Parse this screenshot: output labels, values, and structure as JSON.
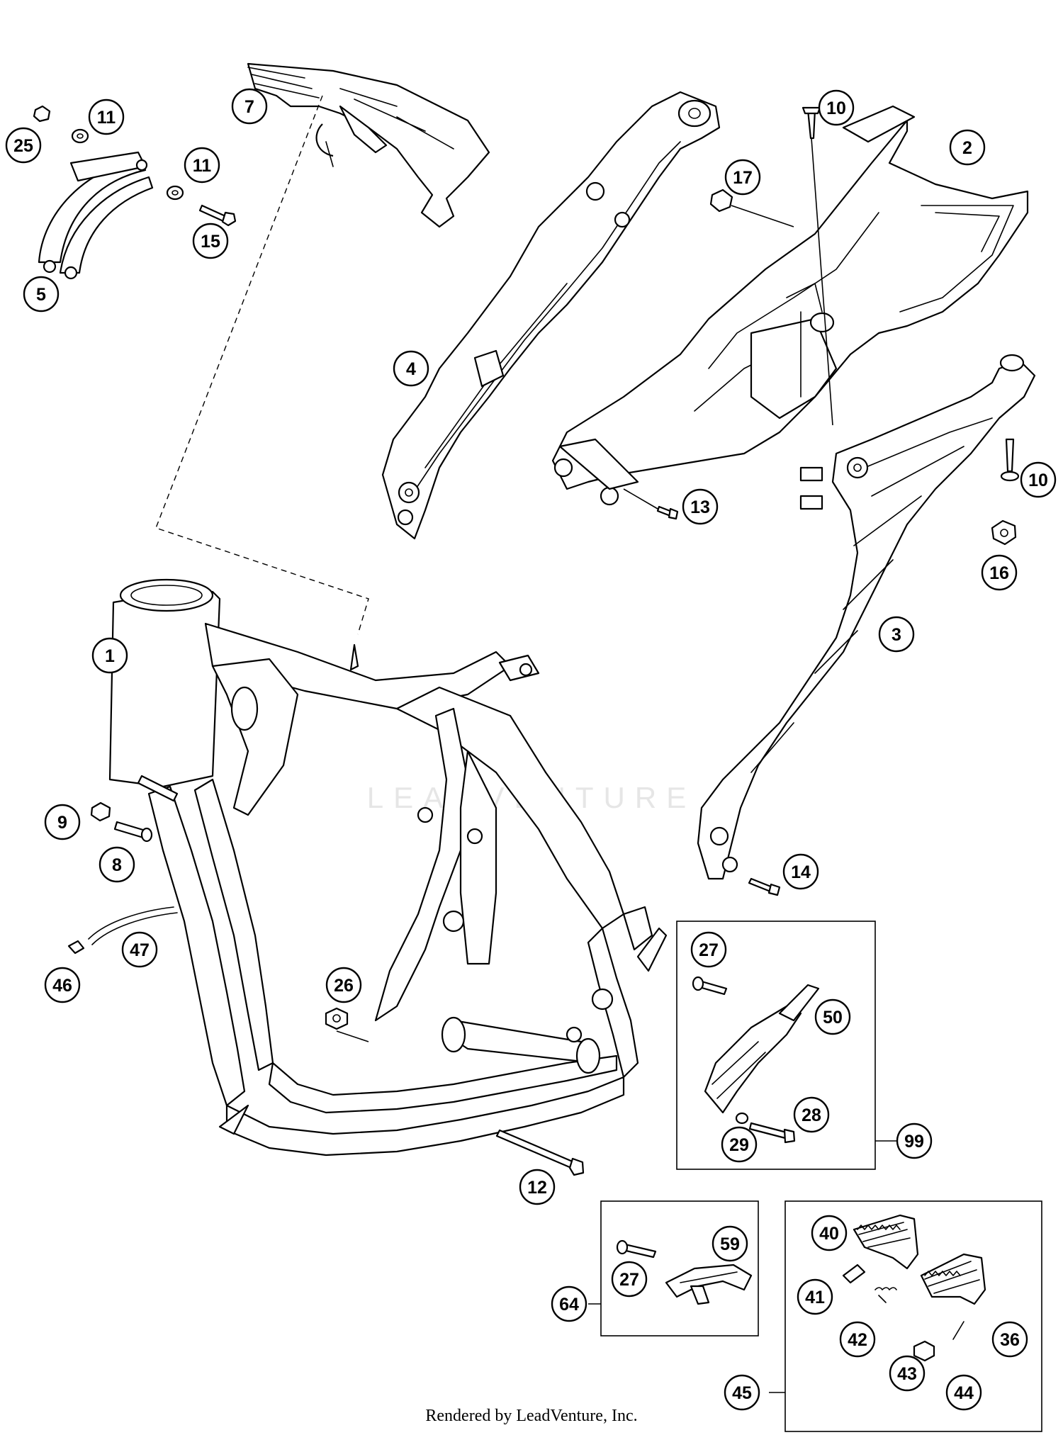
{
  "diagram": {
    "watermark": "LEADVENTURE",
    "footer": "Rendered by LeadVenture, Inc."
  },
  "callouts": [
    {
      "id": "c1",
      "label": "1"
    },
    {
      "id": "c2",
      "label": "2"
    },
    {
      "id": "c3",
      "label": "3"
    },
    {
      "id": "c4",
      "label": "4"
    },
    {
      "id": "c5",
      "label": "5"
    },
    {
      "id": "c7",
      "label": "7"
    },
    {
      "id": "c8",
      "label": "8"
    },
    {
      "id": "c9",
      "label": "9"
    },
    {
      "id": "c10a",
      "label": "10"
    },
    {
      "id": "c10b",
      "label": "10"
    },
    {
      "id": "c11a",
      "label": "11"
    },
    {
      "id": "c11b",
      "label": "11"
    },
    {
      "id": "c12",
      "label": "12"
    },
    {
      "id": "c13",
      "label": "13"
    },
    {
      "id": "c14",
      "label": "14"
    },
    {
      "id": "c15",
      "label": "15"
    },
    {
      "id": "c16",
      "label": "16"
    },
    {
      "id": "c17",
      "label": "17"
    },
    {
      "id": "c25",
      "label": "25"
    },
    {
      "id": "c26",
      "label": "26"
    },
    {
      "id": "c27a",
      "label": "27"
    },
    {
      "id": "c27b",
      "label": "27"
    },
    {
      "id": "c28",
      "label": "28"
    },
    {
      "id": "c29",
      "label": "29"
    },
    {
      "id": "c36",
      "label": "36"
    },
    {
      "id": "c40",
      "label": "40"
    },
    {
      "id": "c41",
      "label": "41"
    },
    {
      "id": "c42",
      "label": "42"
    },
    {
      "id": "c43",
      "label": "43"
    },
    {
      "id": "c44",
      "label": "44"
    },
    {
      "id": "c45",
      "label": "45"
    },
    {
      "id": "c46",
      "label": "46"
    },
    {
      "id": "c47",
      "label": "47"
    },
    {
      "id": "c50",
      "label": "50"
    },
    {
      "id": "c59",
      "label": "59"
    },
    {
      "id": "c64",
      "label": "64"
    },
    {
      "id": "c99",
      "label": "99"
    }
  ]
}
